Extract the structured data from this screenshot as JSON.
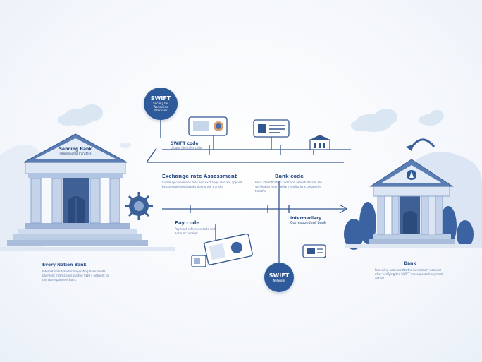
{
  "swift_top": {
    "title": "SWIFT",
    "subtitle": "Society for Worldwide Interbank"
  },
  "swift_bottom": {
    "title": "SWIFT",
    "subtitle": "Network"
  },
  "left_bank": {
    "pediment": "Sending Bank",
    "pediment_sub": "International Transfers",
    "name": "Every Nation Bank",
    "desc": "International transfer originating bank sends payment instructions via the SWIFT network to the correspondent bank"
  },
  "right_bank": {
    "name": "Bank",
    "desc": "Receiving bank credits the beneficiary account after verifying the SWIFT message and payment details"
  },
  "swift_code_label": {
    "title": "SWIFT code",
    "desc": "Unique identifier code"
  },
  "exchange_box": {
    "title": "Exchange rate Assessment",
    "desc": "Currency conversion fees and exchange rate are applied by correspondent banks during the transfer"
  },
  "bank_code_box": {
    "title": "Bank code",
    "desc": "Bank identification code and branch details are verified by intermediary institutions before the transfer"
  },
  "pay_code_box": {
    "title": "Pay code",
    "desc": "Payment reference code and account number"
  },
  "intermediary_box": {
    "title": "Intermediary",
    "sub": "Correspondent bank"
  },
  "colors": {
    "primary": "#2e5a9a",
    "light": "#dbe5f3",
    "line": "#34568f"
  }
}
